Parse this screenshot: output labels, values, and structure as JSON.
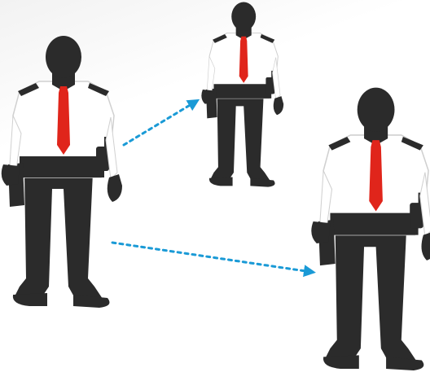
{
  "scene": {
    "figures": [
      {
        "role": "guard-left"
      },
      {
        "role": "guard-top-middle"
      },
      {
        "role": "guard-right"
      }
    ],
    "arrows": [
      {
        "from": "guard-left",
        "to": "guard-top-middle"
      },
      {
        "from": "guard-left",
        "to": "guard-right"
      }
    ],
    "colors": {
      "silhouette": "#2b2b2b",
      "shirt": "#ffffff",
      "shirt_outline": "#d0d0d0",
      "tie": "#e0251b",
      "arrow": "#1a9ad6"
    },
    "icons": [
      "security-guard-silhouette",
      "dotted-arrow"
    ]
  }
}
